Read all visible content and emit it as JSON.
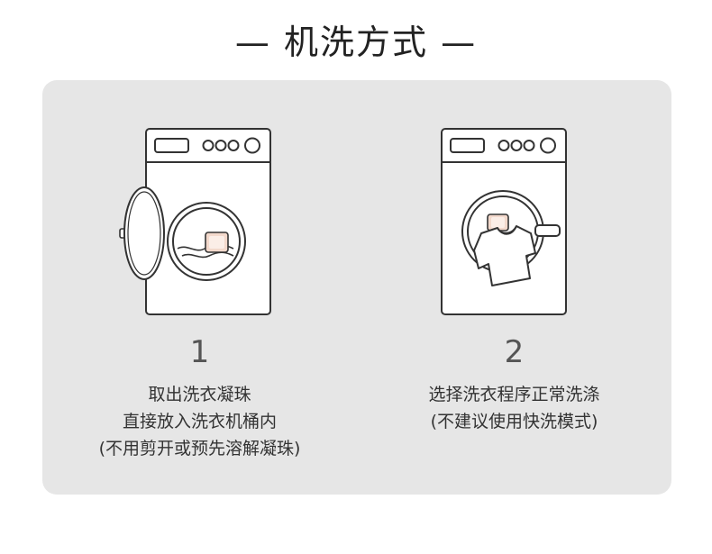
{
  "header": {
    "title": "— 机洗方式 —"
  },
  "steps": [
    {
      "number": "1",
      "lines": [
        "取出洗衣凝珠",
        "直接放入洗衣机桶内",
        "(不用剪开或预先溶解凝珠)"
      ]
    },
    {
      "number": "2",
      "lines": [
        "选择洗衣程序正常洗涤",
        "(不建议使用快洗模式)"
      ]
    }
  ],
  "colors": {
    "panel": "#e6e6e6",
    "outline": "#333333",
    "pod": "#f3d9cc",
    "text": "#333333"
  },
  "icons": [
    "washing-machine-open-door-icon",
    "washing-machine-with-shirt-icon",
    "laundry-pod-icon"
  ]
}
